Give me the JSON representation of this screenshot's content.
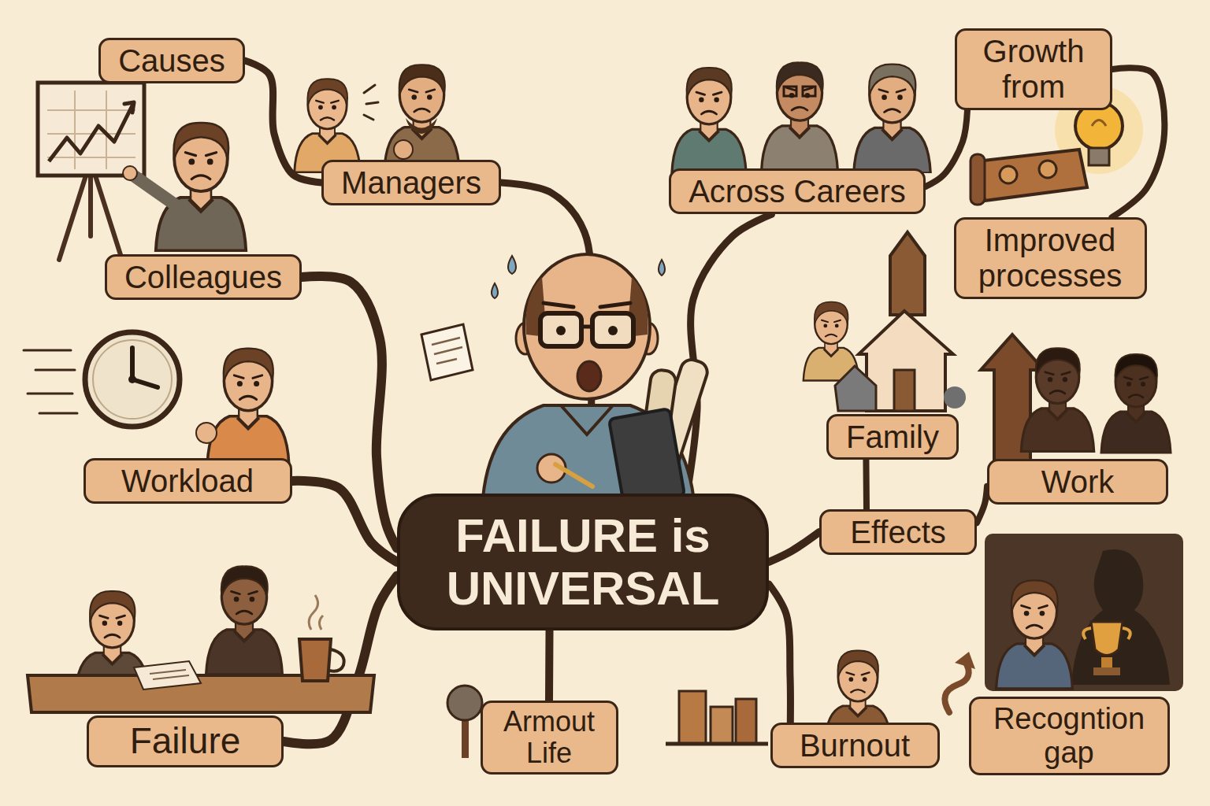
{
  "diagram": {
    "nodes": [
      {
        "text": [
          "Causes"
        ]
      },
      {
        "text": [
          "Growth from"
        ]
      },
      {
        "text": [
          "Managers"
        ]
      },
      {
        "text": [
          "Across Careers"
        ]
      },
      {
        "text": [
          "Improved processes"
        ]
      },
      {
        "text": [
          "Colleagues"
        ]
      },
      {
        "text": [
          "Family"
        ]
      },
      {
        "text": [
          "Workload"
        ]
      },
      {
        "text": [
          "Work"
        ]
      },
      {
        "text": [
          "Effects"
        ]
      },
      {
        "text": [
          "FAILURE is UNIVERSAL"
        ]
      },
      {
        "text": [
          "Failure"
        ]
      },
      {
        "text": [
          "Armout Life"
        ]
      },
      {
        "text": [
          "Burnout"
        ]
      },
      {
        "text": [
          "Recogntion gap"
        ]
      }
    ],
    "edges": [
      {
        "from": 0,
        "to": 2,
        "arrow": "none"
      },
      {
        "from": 2,
        "to": 10,
        "arrow": "none"
      },
      {
        "from": 5,
        "to": 10,
        "arrow": "none"
      },
      {
        "from": 7,
        "to": 10,
        "arrow": "none"
      },
      {
        "from": 11,
        "to": 10,
        "arrow": "none"
      },
      {
        "from": 10,
        "to": 12,
        "arrow": "none"
      },
      {
        "from": 10,
        "to": 3,
        "arrow": "none"
      },
      {
        "from": 3,
        "to": 1,
        "arrow": "none"
      },
      {
        "from": 1,
        "to": 4,
        "arrow": "none"
      },
      {
        "from": 10,
        "to": 9,
        "arrow": "none"
      },
      {
        "from": 9,
        "to": 6,
        "arrow": "none"
      },
      {
        "from": 9,
        "to": 8,
        "arrow": "none"
      },
      {
        "from": 10,
        "to": 13,
        "arrow": "none"
      }
    ]
  }
}
